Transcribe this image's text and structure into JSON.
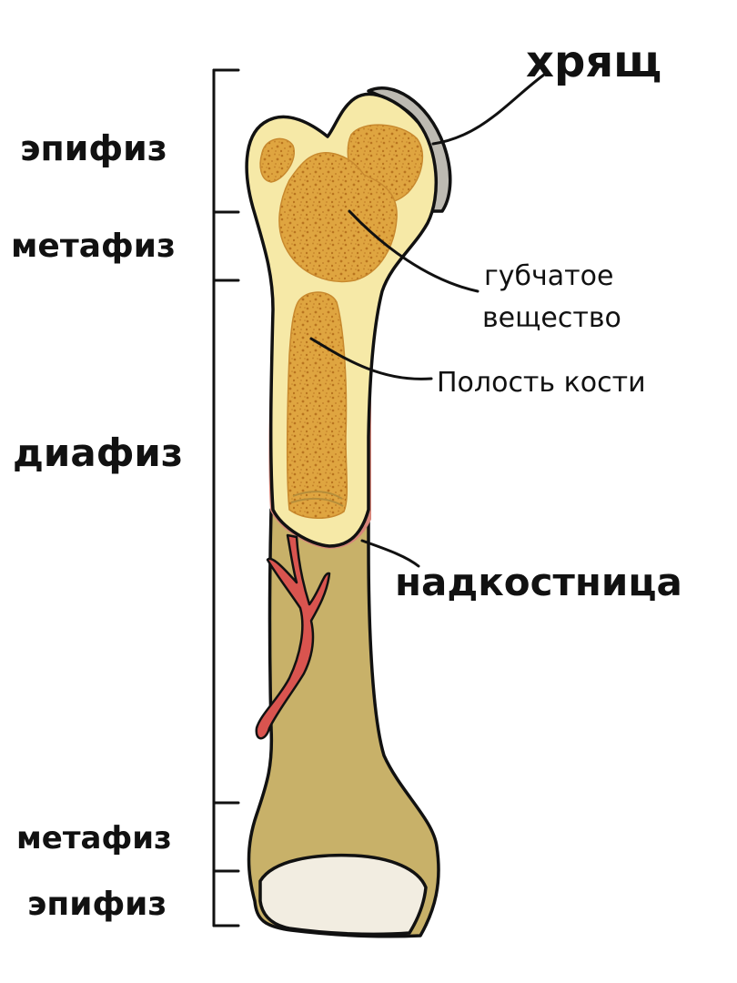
{
  "labels": {
    "cartilage": "хрящ",
    "epiphysis_top": "эпифиз",
    "metaphysis_top": "метафиз",
    "spongy_line1": "губчатое",
    "spongy_line2": "вещество",
    "cavity": "Полость кости",
    "diaphysis": "диафиз",
    "periosteum": "надкостница",
    "metaphysis_bottom": "метафиз",
    "epiphysis_bottom": "эпифиз"
  },
  "colors": {
    "cortical_bone": "#c8b169",
    "bone_section_fill": "#f6e9a7",
    "spongy_bone": "#dfa540",
    "spongy_speckle": "#b9741f",
    "cartilage": "#bdbab2",
    "periosteum": "#d7857a",
    "blood_vessel": "#d9544f",
    "articular_surface": "#f2ede1",
    "outline": "#111111"
  }
}
